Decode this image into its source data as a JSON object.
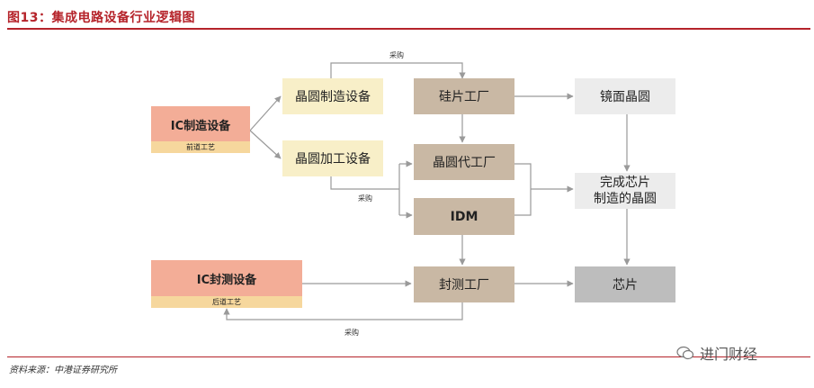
{
  "title": "图13：集成电路设备行业逻辑图",
  "nodes": {
    "ic_mfg": {
      "label": "IC制造设备",
      "sub": "前道工艺"
    },
    "ic_pkg": {
      "label": "IC封测设备",
      "sub": "后道工艺"
    },
    "wafer_mfg_eq": "晶圆制造设备",
    "wafer_proc_eq": "晶圆加工设备",
    "silicon_fab": "硅片工厂",
    "foundry": "晶圆代工厂",
    "idm": "IDM",
    "packaging_fab": "封测工厂",
    "mirror_wafer": "镜面晶圆",
    "finished_wafer_line1": "完成芯片",
    "finished_wafer_line2": "制造的晶圆",
    "chip": "芯片"
  },
  "edge_labels": {
    "purchase_top": "采购",
    "purchase_mid": "采购",
    "purchase_bottom": "采购"
  },
  "source": "资料来源：中港证券研究所",
  "watermark": "进门财经",
  "colors": {
    "accent": "#b5232a",
    "ic_box": "#f3ad97",
    "ic_sub": "#f6d79d",
    "equip": "#f8efc8",
    "fab": "#c9b8a4",
    "product": "#ececec",
    "chip": "#bdbdbd"
  }
}
